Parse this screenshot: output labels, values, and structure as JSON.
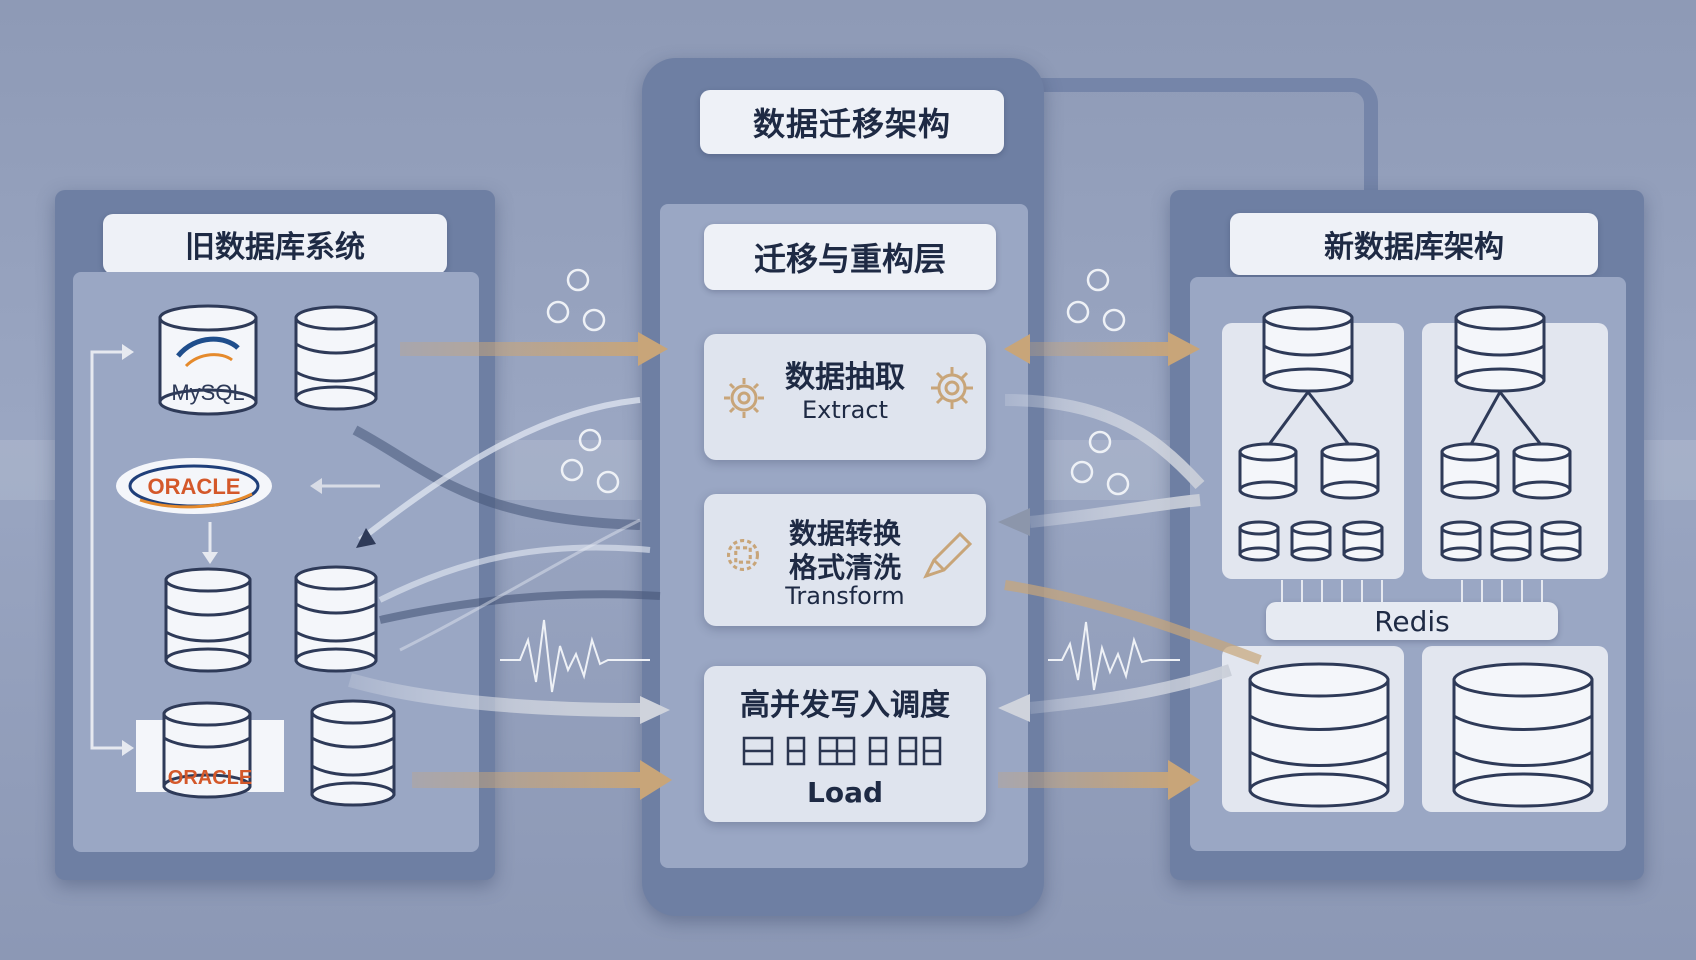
{
  "top_banner": "数据迁移架构",
  "legacy": {
    "title": "旧数据库系统",
    "logo_mysql": "MySQL",
    "logo_oracle_1": "ORACLE",
    "logo_oracle_2": "ORACLE"
  },
  "middle": {
    "title": "迁移与重构层",
    "extract": {
      "cn": "数据抽取",
      "en": "Extract"
    },
    "transform": {
      "cn_1": "数据转换",
      "cn_2": "格式清洗",
      "en": "Transform"
    },
    "load": {
      "cn": "高并发写入调度",
      "en": "Load"
    }
  },
  "new": {
    "title": "新数据库架构",
    "cache": "Redis"
  },
  "colors": {
    "panel": "#6e7fa3",
    "accent_gold": "#c8a579",
    "text": "#1e2a44"
  }
}
